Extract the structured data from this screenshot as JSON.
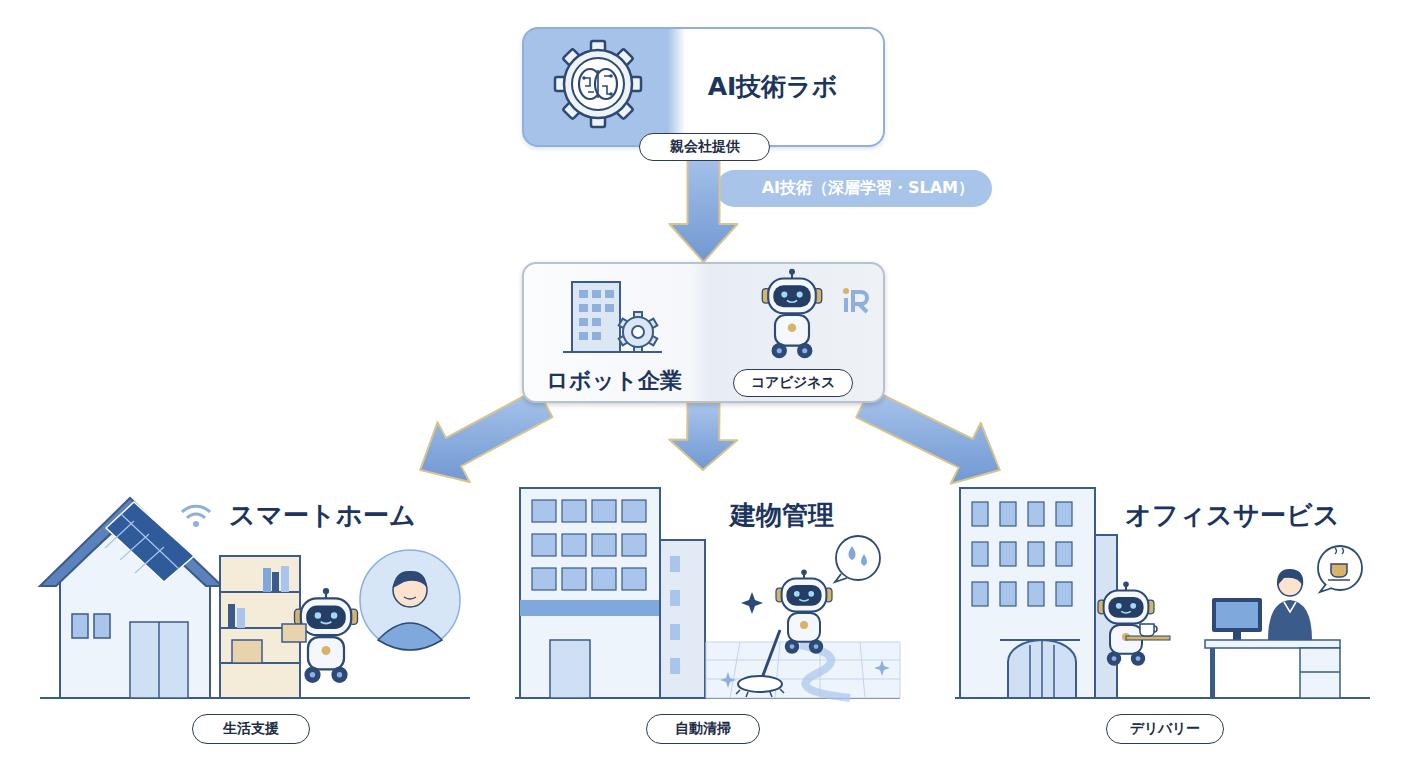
{
  "diagram": {
    "nodes": [
      {
        "text": [
          "AI技術ラボ"
        ]
      },
      {
        "text": [
          "親会社提供"
        ],
        "in": 0
      },
      {
        "text": [
          "ロボット企業"
        ]
      },
      {
        "text": [
          "コアビジネス"
        ],
        "in": 2
      },
      {
        "text": [
          "スマートホーム"
        ]
      },
      {
        "text": [
          "生活支援"
        ],
        "in": 4
      },
      {
        "text": [
          "建物管理"
        ]
      },
      {
        "text": [
          "自動清掃"
        ],
        "in": 6
      },
      {
        "text": [
          "オフィスサービス"
        ]
      },
      {
        "text": [
          "デリバリー"
        ],
        "in": 8
      }
    ],
    "edges": [
      {
        "from": 0,
        "to": 2,
        "arrow": "to",
        "label": "AI技術（深層学習・SLAM）"
      },
      {
        "from": 2,
        "to": 4,
        "arrow": "to"
      },
      {
        "from": 2,
        "to": 6,
        "arrow": "to"
      },
      {
        "from": 2,
        "to": 8,
        "arrow": "to"
      }
    ]
  }
}
